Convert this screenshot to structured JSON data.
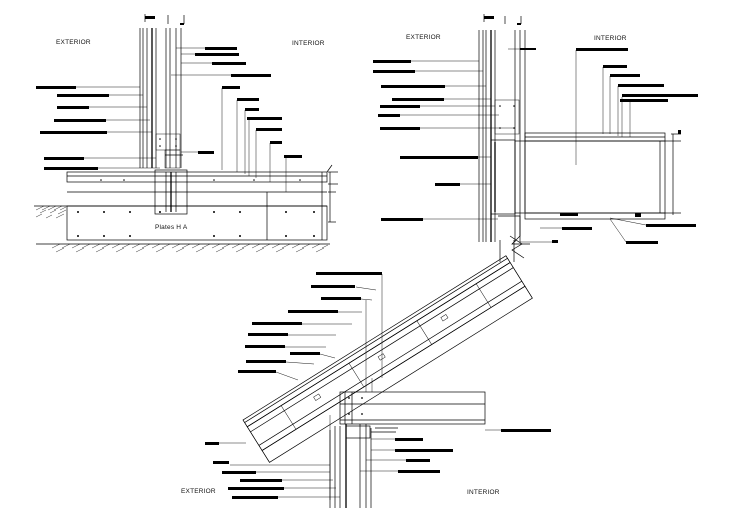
{
  "detail_1": {
    "label_exterior": "EXTERIOR",
    "label_interior": "INTERIOR",
    "footing_label": "Plates H A"
  },
  "detail_2": {
    "label_exterior": "EXTERIOR",
    "label_interior": "INTERIOR"
  },
  "detail_3": {
    "label_exterior": "EXTERIOR",
    "label_interior": "INTERIOR"
  },
  "colors": {
    "background": "#ffffff",
    "linework": "#000000"
  }
}
